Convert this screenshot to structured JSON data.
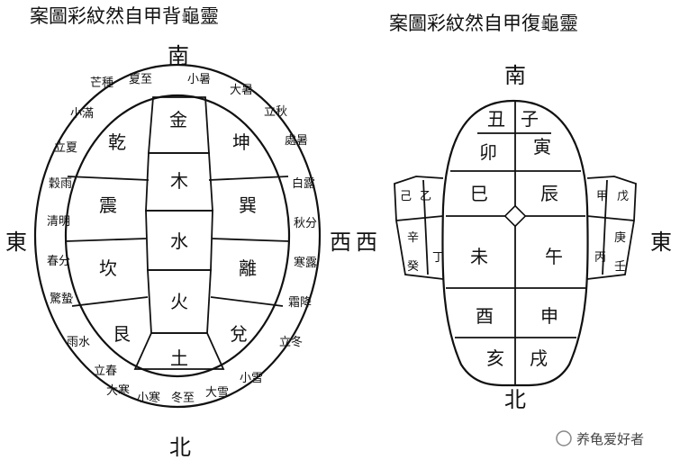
{
  "titles": {
    "back": "案圖彩紋然自甲背龜靈",
    "belly": "案圖彩紋然自甲復龜靈"
  },
  "directions": {
    "left_shell": {
      "south": "南",
      "north": "北",
      "east": "東",
      "west": "西"
    },
    "right_shell": {
      "south": "南",
      "north": "北",
      "east": "東",
      "west": "西"
    }
  },
  "back_shell": {
    "center": [
      "金",
      "木",
      "水",
      "火",
      "土"
    ],
    "left": [
      "乾",
      "震",
      "坎",
      "艮"
    ],
    "right": [
      "坤",
      "巽",
      "離",
      "兌"
    ],
    "terms_top": [
      "芒種",
      "夏至",
      "小暑",
      "大暑"
    ],
    "terms_right": [
      "立秋",
      "處暑",
      "白露",
      "秋分",
      "寒露",
      "霜降",
      "立冬"
    ],
    "terms_bottom": [
      "小雪",
      "大雪",
      "冬至",
      "小寒",
      "大寒"
    ],
    "terms_left": [
      "立春",
      "雨水",
      "驚蟄",
      "春分",
      "清明",
      "穀雨",
      "立夏",
      "小滿"
    ]
  },
  "belly_shell": {
    "top": [
      "丑",
      "子"
    ],
    "row2": [
      "卯",
      "寅"
    ],
    "row3": [
      "巳",
      "辰"
    ],
    "row4": [
      "未",
      "午"
    ],
    "row5": [
      "酉",
      "申"
    ],
    "row6": [
      "亥",
      "戌"
    ],
    "left_wing": [
      "己",
      "乙",
      "辛",
      "癸",
      "丁"
    ],
    "right_wing": [
      "甲",
      "戊",
      "庚",
      "丙",
      "壬"
    ]
  },
  "watermark": "养龟爱好者"
}
